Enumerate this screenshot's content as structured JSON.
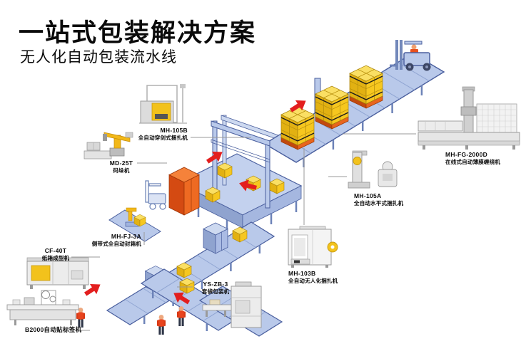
{
  "header": {
    "title": "一站式包装解决方案",
    "subtitle": "无人化自动包装流水线"
  },
  "machines": [
    {
      "id": "mh-105b",
      "model": "MH-105B",
      "name": "全自动穿剑式捆扎机"
    },
    {
      "id": "md-25t",
      "model": "MD-25T",
      "name": "码垛机"
    },
    {
      "id": "mh-fj-3a",
      "model": "MH-FJ-3A",
      "name": "侧带式全自动封箱机"
    },
    {
      "id": "cf-40t",
      "model": "CF-40T",
      "name": "纸箱成型机"
    },
    {
      "id": "b2000",
      "model": "B2000自动贴标签机",
      "name": ""
    },
    {
      "id": "ys-zb-3",
      "model": "YS-ZB-3",
      "name": "套袋包装机"
    },
    {
      "id": "mh-103b",
      "model": "MH-103B",
      "name": "全自动无人化捆扎机"
    },
    {
      "id": "mh-105a",
      "model": "MH-105A",
      "name": "全自动水平式捆扎机"
    },
    {
      "id": "mh-fg-2000d",
      "model": "MH-FG-2000D",
      "name": "在线式自动薄膜缠绕机"
    }
  ],
  "colors": {
    "accent_orange": "#e8651d",
    "box_yellow": "#f2c21c",
    "conveyor_blue": "#b9c9ea",
    "conveyor_edge": "#4a5f9e",
    "arrow_red": "#e31e1e",
    "text": "#0a0a0a"
  }
}
